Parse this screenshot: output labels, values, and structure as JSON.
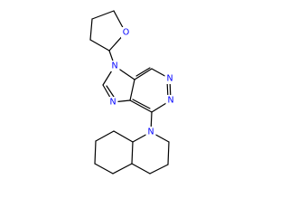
{
  "molecule": {
    "atom_color": "#0000ff",
    "bond_color": "#000000",
    "background": "#ffffff",
    "atoms": [
      {
        "id": "O_thf",
        "label": "O"
      },
      {
        "id": "N9",
        "label": "N"
      },
      {
        "id": "N3",
        "label": "N"
      },
      {
        "id": "N7",
        "label": "N"
      },
      {
        "id": "N1",
        "label": "N"
      },
      {
        "id": "N_q",
        "label": "N"
      }
    ]
  }
}
